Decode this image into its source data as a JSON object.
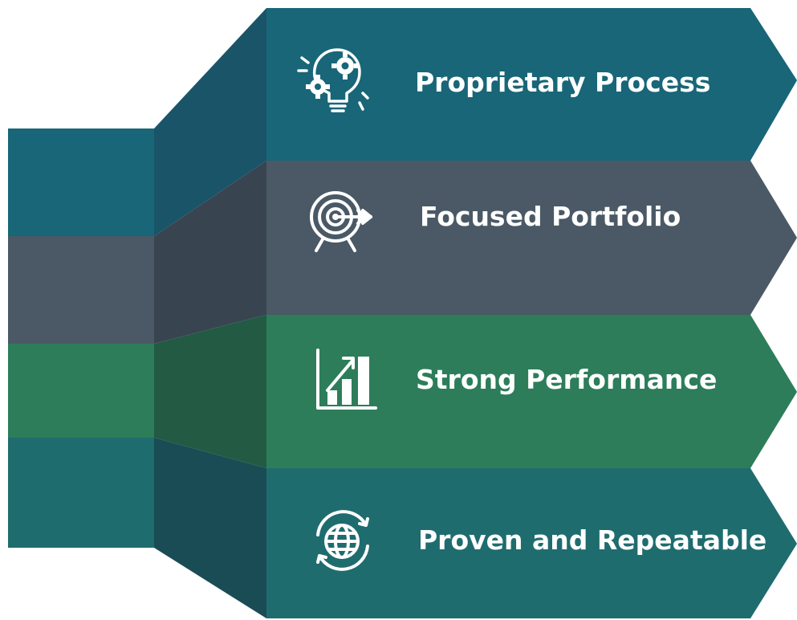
{
  "colors": {
    "teal_blue": "#186678",
    "slate": "#4a5965",
    "green": "#2d7d5b",
    "teal": "#1f6c6f",
    "teal_blue_dark": "#1a5468",
    "slate_dark": "#384550",
    "green_dark": "#225a44",
    "teal_dark": "#1a4c56"
  },
  "steps": [
    {
      "label": "Proprietary Process",
      "icon": "lightbulb-gears-icon",
      "color": "#186678"
    },
    {
      "label": "Focused Portfolio",
      "icon": "target-arrow-icon",
      "color": "#4a5965"
    },
    {
      "label": "Strong Performance",
      "icon": "bar-chart-growth-icon",
      "color": "#2d7d5b"
    },
    {
      "label": "Proven and Repeatable",
      "icon": "globe-cycle-icon",
      "color": "#1f6c6f"
    }
  ]
}
